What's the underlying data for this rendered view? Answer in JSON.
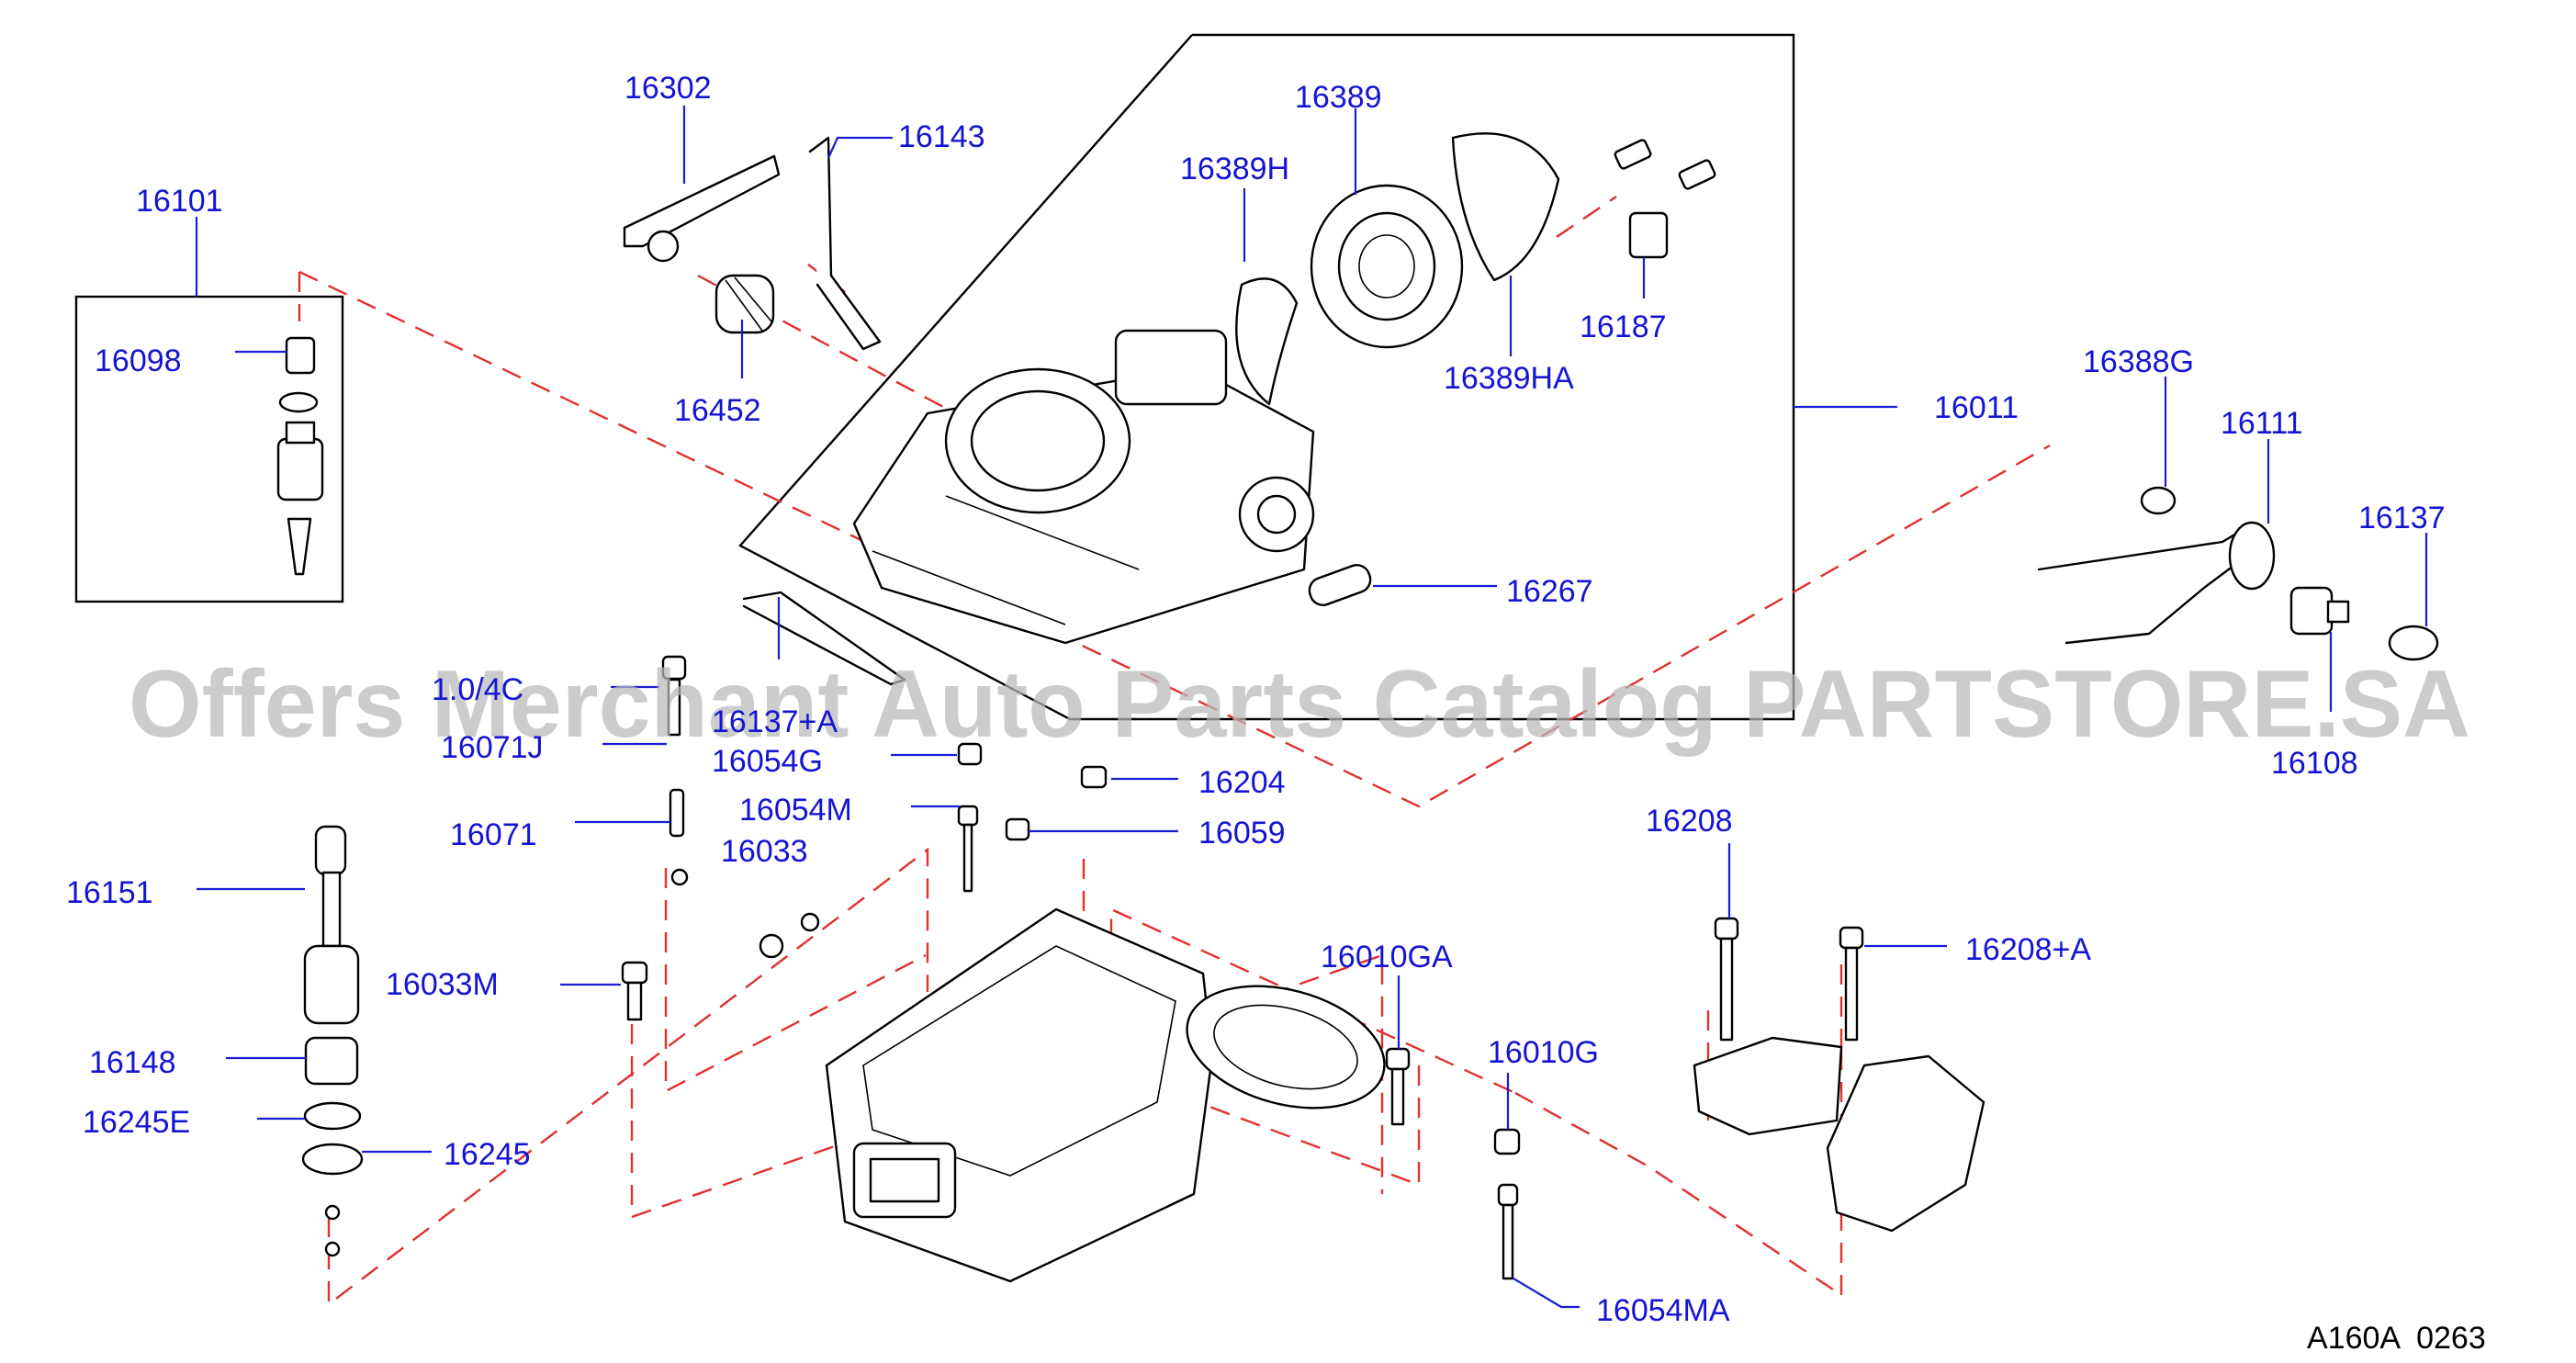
{
  "diagram": {
    "labels": [
      "16302",
      "16143",
      "16389",
      "16389H",
      "16101",
      "16098",
      "16452",
      "16389HA",
      "16187",
      "16011",
      "16388G",
      "16111",
      "16137",
      "16267",
      "16108",
      "16071J",
      "16054G",
      "16204",
      "16054M",
      "16059",
      "16071",
      "16033",
      "16151",
      "16033M",
      "16010GA",
      "16208",
      "16208+A",
      "16148",
      "16010G",
      "16245E",
      "16245",
      "16054MA"
    ],
    "partial_labels": [
      "1.0/4C",
      "16137+A"
    ],
    "drawing_code": "A160A  0263",
    "watermark": "Offers Merchant Auto Parts Catalog PARTSTORE.SA"
  }
}
